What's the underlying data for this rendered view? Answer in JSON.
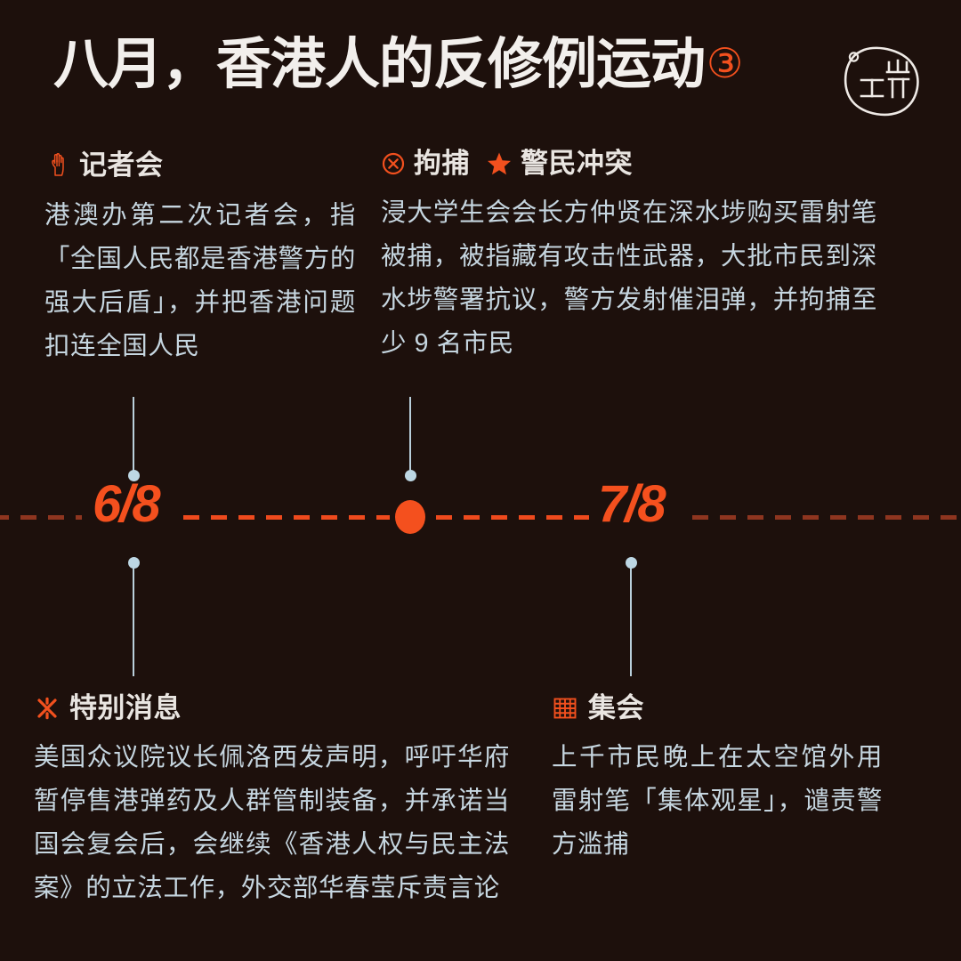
{
  "header": {
    "title": "八月，香港人的反修例运动",
    "sequence_marker": "③",
    "logo_name": "端",
    "logo_alt": "Initium Media logo"
  },
  "colors": {
    "background": "#1d100c",
    "accent_orange": "#f4501e",
    "accent_orange_dim": "#8e351f",
    "heading_text": "#e9e5e1",
    "body_text": "#c6d6e0",
    "connector": "#bdd7e4"
  },
  "timeline": {
    "dates": [
      {
        "label": "6/8"
      },
      {
        "label": "7/8"
      }
    ],
    "marker_label": "current-day-dot"
  },
  "events": [
    {
      "id": "press-conference",
      "position": "top-left",
      "tags": [
        {
          "icon": "pointing-hand-icon",
          "label": "记者会"
        }
      ],
      "body": "港澳办第二次记者会，指「全国人民都是香港警方的强大后盾」，并把香港问题扣连全国人民"
    },
    {
      "id": "arrest-and-clash",
      "position": "top-right",
      "tags": [
        {
          "icon": "circled-x-icon",
          "label": "拘捕"
        },
        {
          "icon": "star-icon",
          "label": "警民冲突"
        }
      ],
      "body": "浸大学生会会长方仲贤在深水埗购买雷射笔被捕，被指藏有攻击性武器，大批市民到深水埗警署抗议，警方发射催泪弹，并拘捕至少 9 名市民"
    },
    {
      "id": "special-news",
      "position": "bottom-left",
      "tags": [
        {
          "icon": "asterisk-reference-icon",
          "label": "特别消息"
        }
      ],
      "body": "美国众议院议长佩洛西发声明，呼吁华府暂停售港弹药及人群管制装备，并承诺当国会复会后，会继续《香港人权与民主法案》的立法工作，外交部华春莹斥责言论"
    },
    {
      "id": "assembly",
      "position": "bottom-right",
      "tags": [
        {
          "icon": "grid-icon",
          "label": "集会"
        }
      ],
      "body": "上千市民晚上在太空馆外用雷射笔「集体观星」，谴责警方滥捕"
    }
  ]
}
